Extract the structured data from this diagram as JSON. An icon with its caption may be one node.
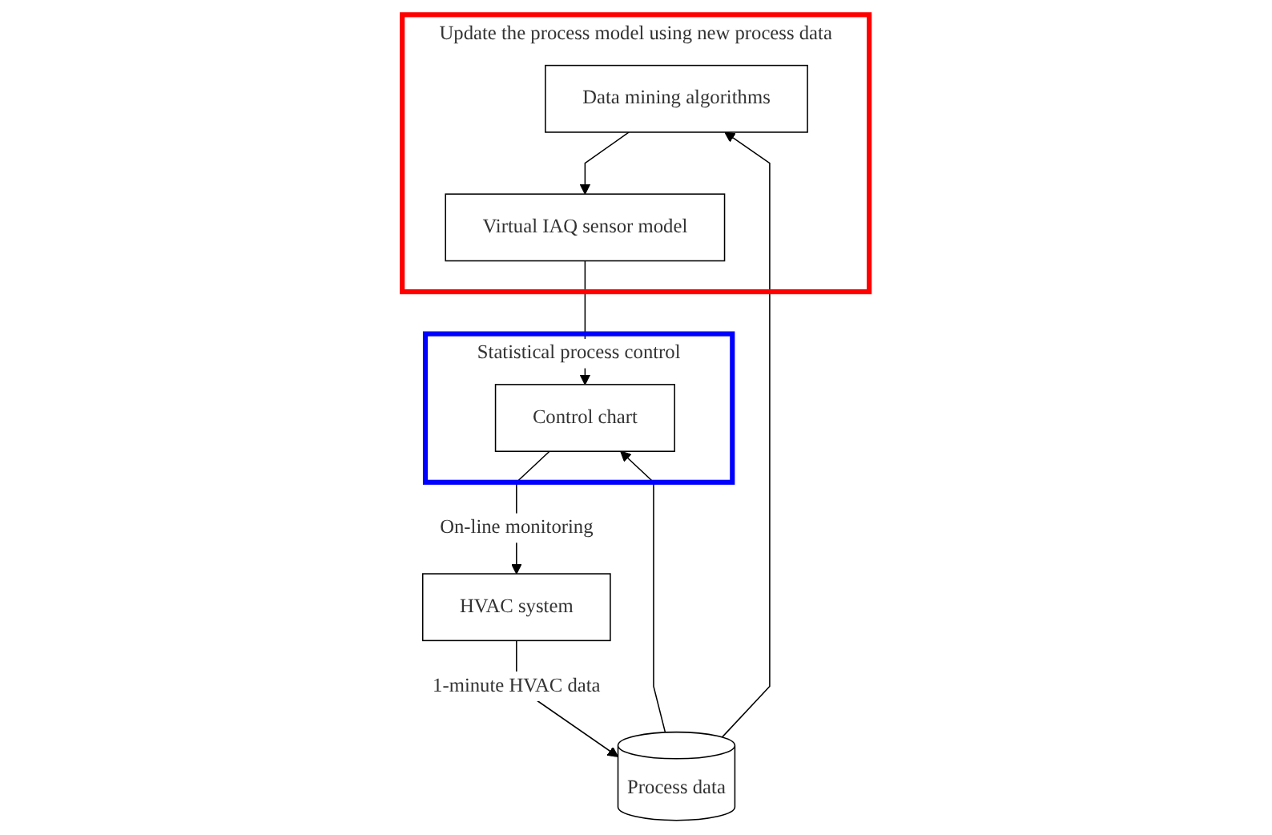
{
  "diagram": {
    "nodes": [
      {
        "text": [
          "Update the process model using new process data"
        ]
      },
      {
        "text": [
          "Data mining algorithms"
        ],
        "in": 0
      },
      {
        "text": [
          "Virtual IAQ sensor model"
        ],
        "in": 0
      },
      {
        "text": [
          "Statistical process control"
        ]
      },
      {
        "text": [
          "Control chart"
        ],
        "in": 3
      },
      {
        "text": [
          "Process data"
        ]
      },
      {
        "text": [
          "HVAC system"
        ]
      }
    ],
    "edges": [
      {
        "from": 5,
        "to": 1,
        "arrow": "to"
      },
      {
        "from": 1,
        "to": 2,
        "arrow": "to"
      },
      {
        "from": 2,
        "to": 4,
        "arrow": "to"
      },
      {
        "from": 5,
        "to": 4,
        "arrow": "to"
      },
      {
        "from": 6,
        "to": 5,
        "arrow": "to",
        "label": "1-minute HVAC data"
      },
      {
        "from": 4,
        "to": 6,
        "arrow": "to",
        "label": "On-line monitoring"
      }
    ]
  }
}
